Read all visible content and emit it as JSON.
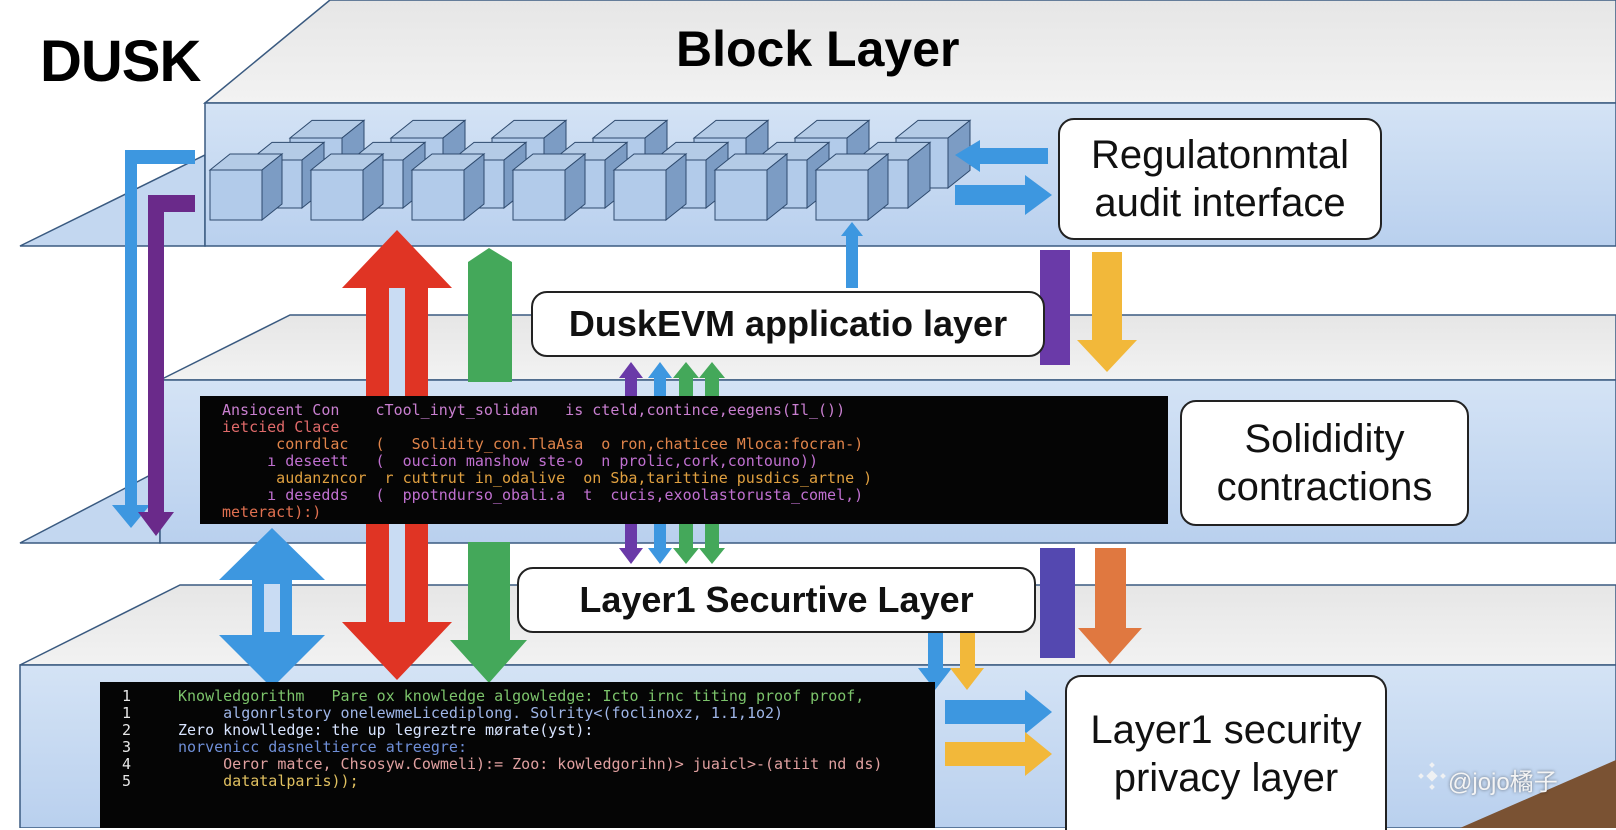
{
  "title": "DUSK",
  "layers": {
    "block": "Block Layer",
    "application": "DuskEVM applicatio layer",
    "security": "Layer1 Securtive Layer"
  },
  "side_labels": {
    "regulatory_line1": "Regulatonmtal",
    "regulatory_line2": "audit interface",
    "solidity_line1": "Solididity",
    "solidity_line2": "contractions",
    "privacy_line1": "Layer1 security",
    "privacy_line2": "privacy layer"
  },
  "solidity_code": [
    {
      "text": "Ansiocent Con    cTool_inyt_solidan   is cteld,contince,eegens(Il_())",
      "color": "#c97fd0"
    },
    {
      "text": "ietcied Clace",
      "color": "#e06a6a"
    },
    {
      "text": "      conrdlac   (   Solidity_con.TlaAsa  o ron,chaticee Mloca:focran-)",
      "color": "#e0844a"
    },
    {
      "text": "     ı deseett   (  oucion manshow ste-o  n prolic,cork,contouno))",
      "color": "#c070d0"
    },
    {
      "text": "      audanzncor  r cuttrut in_odalive  on Sba,tarittine pusdics_artne )",
      "color": "#e0a040"
    },
    {
      "text": "     ı desedds   (  ppotndurso_obali.a  t  cucis,exoolastorusta_comel,)",
      "color": "#c070d0"
    },
    {
      "text": "meteract):)",
      "color": "#e07050"
    }
  ],
  "zk_code": [
    {
      "num": "1",
      "text": "Knowledgorithm   Pare ox knowledge algowledge: Icto irnc titing proof proof,",
      "color": "#7cc46b"
    },
    {
      "num": "1",
      "text": "     algonrlstory onelewmeLicediplong. Solrity<(foclinoxz, 1.1,1o2)",
      "color": "#9fb6e8"
    },
    {
      "num": "2",
      "text": "Zero knowlledge: the up legreztre mørate(yst):",
      "color": "#d8e4ff"
    },
    {
      "num": "3",
      "text": "norvenicc dasneltierce atreegre:",
      "color": "#6f8fd8"
    },
    {
      "num": "4",
      "text": "     Oeror matce, Chsosyw.Cowmeli):= Zoo: kowledgorihn)> juaicl>-(atiit nd ds)",
      "color": "#e0a0a0"
    },
    {
      "num": "5",
      "text": "     datatalparis));",
      "color": "#e0c060"
    }
  ],
  "watermark": "@jojo橘子",
  "colors": {
    "slab_front": "#c9dcf3",
    "slab_top": "#eaeaea",
    "arrow_blue": "#3d97e0",
    "arrow_purple": "#6a2a8a",
    "arrow_red": "#e03424",
    "arrow_green": "#44a85a",
    "arrow_yellow": "#f2b83a",
    "arrow_orange": "#e07840"
  }
}
